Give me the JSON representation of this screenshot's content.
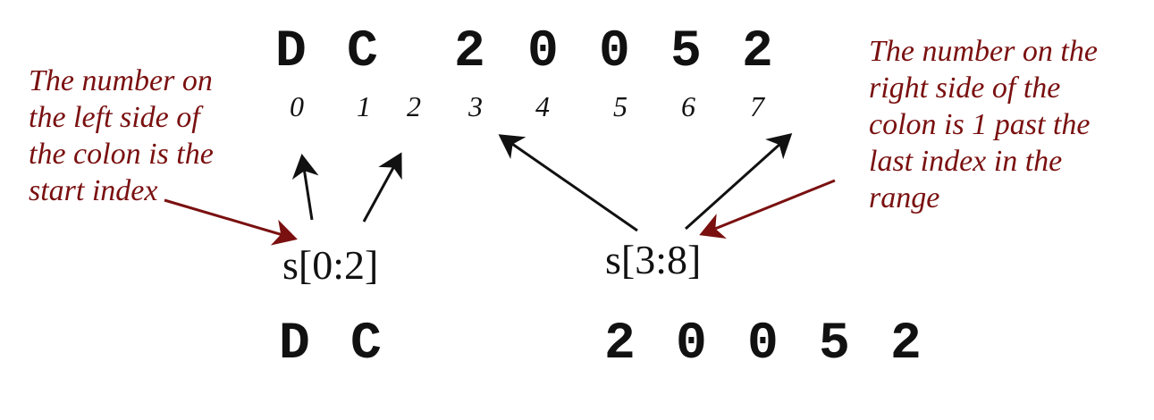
{
  "original_string": [
    "D",
    "C",
    " ",
    "2",
    "0",
    "0",
    "5",
    "2"
  ],
  "indices": [
    "0",
    "1",
    "2",
    "3",
    "4",
    "5",
    "6",
    "7"
  ],
  "left_note": [
    "The number on",
    "the left side of",
    "the colon is the",
    "start index"
  ],
  "right_note": [
    "The number on the",
    "right side of the",
    "colon is 1 past the",
    "last index in the",
    "range"
  ],
  "slice_a": {
    "expr": "s[0:2]",
    "result": [
      "D",
      "C"
    ]
  },
  "slice_b": {
    "expr": "s[3:8]",
    "result": [
      "2",
      "0",
      "0",
      "5",
      "2"
    ]
  },
  "colors": {
    "note": "#7a1010",
    "text": "#111111"
  }
}
